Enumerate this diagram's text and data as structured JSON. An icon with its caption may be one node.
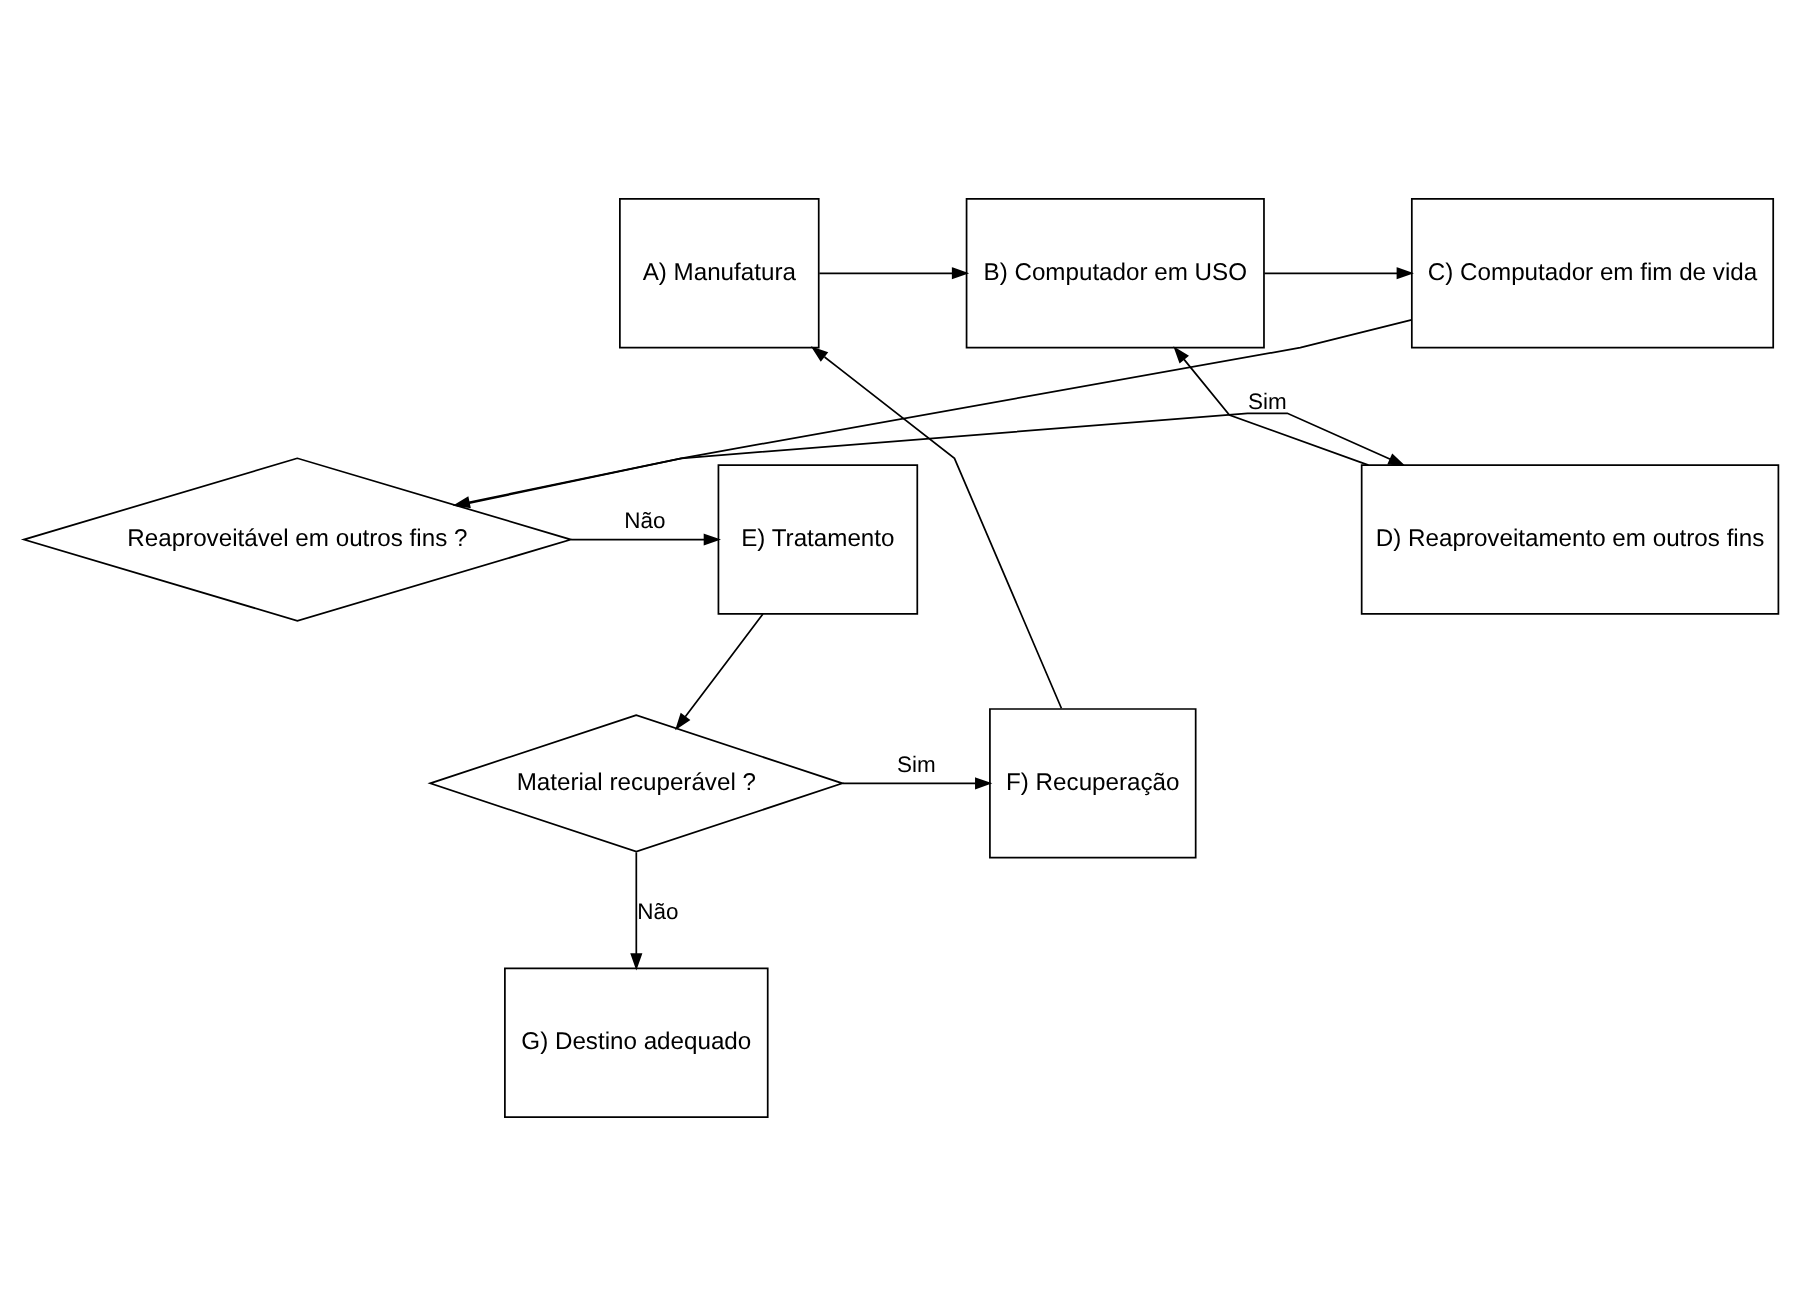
{
  "diagram": {
    "nodes": [
      {
        "text": [
          "B) Computador em USO"
        ]
      },
      {
        "text": [
          "C) Computador em fim de vida"
        ]
      },
      {
        "text": [
          "A) Manufatura"
        ]
      },
      {
        "text": [
          "D) Reaproveitamento em outros fins"
        ]
      },
      {
        "text": [
          "Reaproveitável em outros fins ?"
        ]
      },
      {
        "text": [
          "E) Tratamento"
        ]
      },
      {
        "text": [
          "F) Recuperação"
        ]
      },
      {
        "text": [
          "Material recuperável ?"
        ]
      },
      {
        "text": [
          "G) Destino adequado"
        ]
      }
    ],
    "edges": [
      {
        "from": 2,
        "to": 0,
        "arrow": "to"
      },
      {
        "from": 0,
        "to": 1,
        "arrow": "to"
      },
      {
        "from": 1,
        "to": 4,
        "arrow": "to"
      },
      {
        "from": 4,
        "to": 3,
        "label": "Sim",
        "arrow": "to"
      },
      {
        "from": 3,
        "to": 0,
        "arrow": "to"
      },
      {
        "from": 4,
        "to": 5,
        "label": "Não",
        "arrow": "to"
      },
      {
        "from": 5,
        "to": 7,
        "arrow": "to"
      },
      {
        "from": 7,
        "to": 6,
        "label": "Sim",
        "arrow": "to"
      },
      {
        "from": 6,
        "to": 2,
        "arrow": "to"
      },
      {
        "from": 7,
        "to": 8,
        "label": "Não",
        "arrow": "to"
      }
    ]
  }
}
